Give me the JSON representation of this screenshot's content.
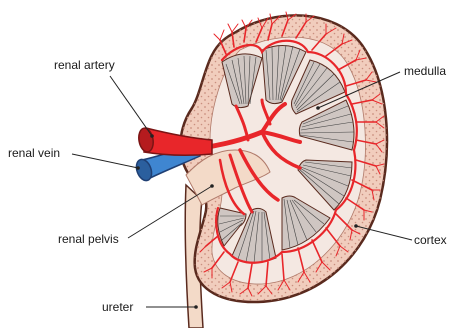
{
  "diagram": {
    "labels": {
      "renal_artery": "renal artery",
      "renal_vein": "renal vein",
      "renal_pelvis": "renal pelvis",
      "ureter": "ureter",
      "medulla": "medulla",
      "cortex": "cortex"
    },
    "colors": {
      "capsule": "#5a2a1e",
      "cortex": "#f1cdbd",
      "cortex_dots": "#c98f7f",
      "medulla_bg": "#f4e8e2",
      "pyramid": "#cfc6c2",
      "pyramid_lines": "#444444",
      "pelvis": "#f3dac8",
      "artery": "#e8262a",
      "vein": "#3f86d1",
      "leader": "#222222"
    }
  }
}
